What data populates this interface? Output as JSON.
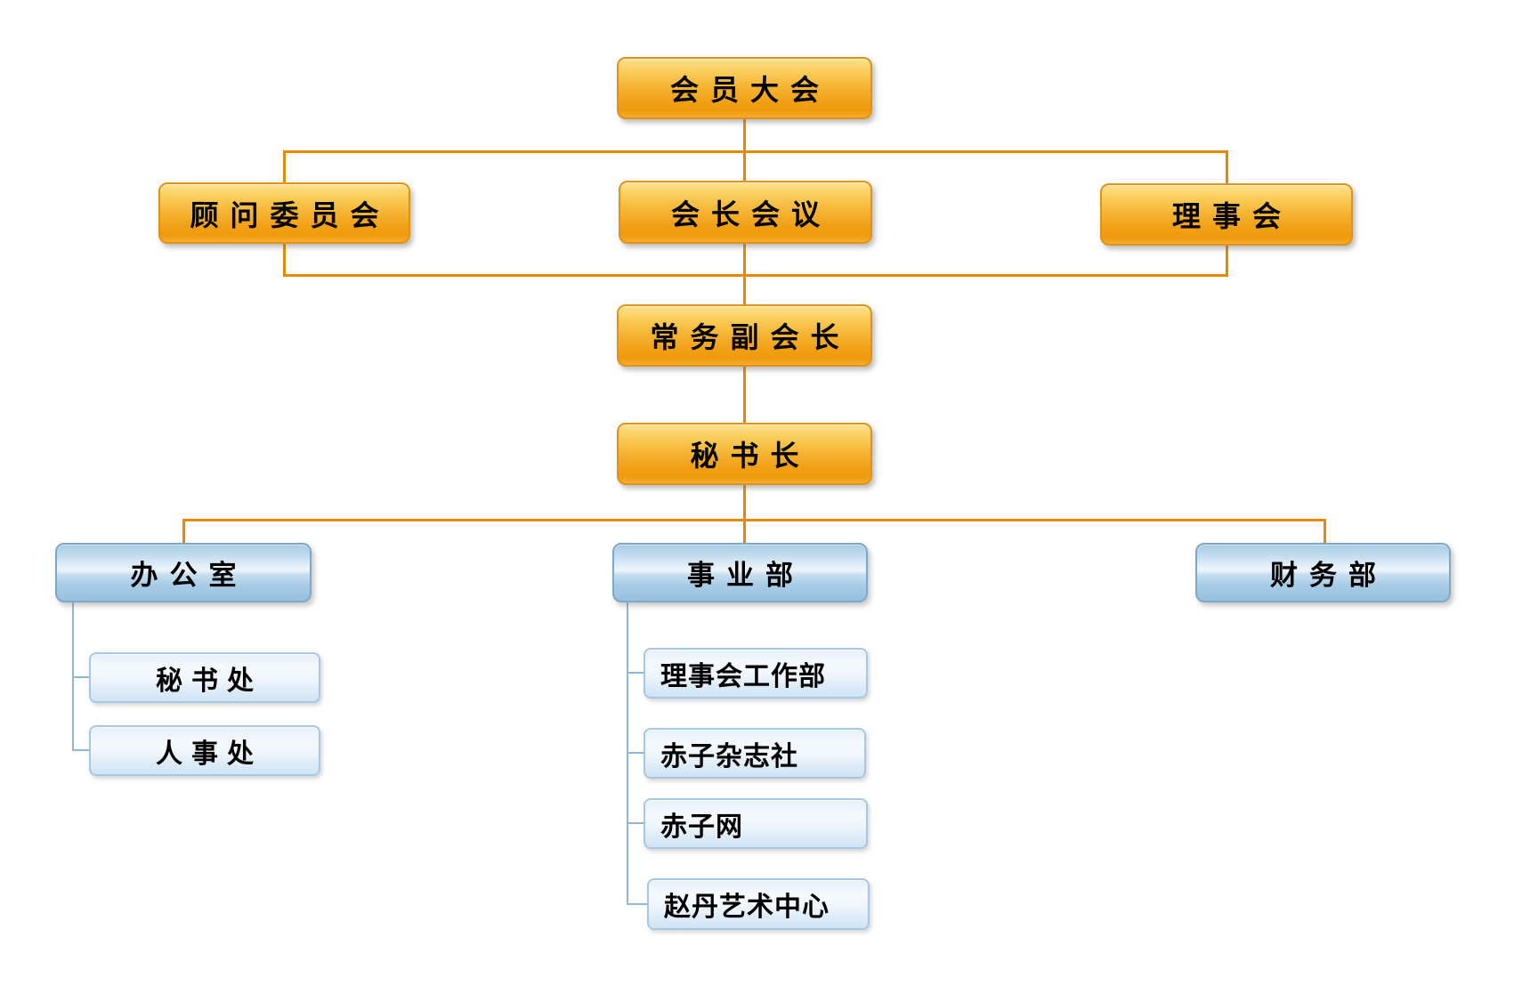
{
  "diagram_type": "org-chart",
  "nodes": {
    "member_assembly": {
      "label": "会员大会",
      "level": 1
    },
    "advisory_committee": {
      "label": "顾问委员会",
      "level": 2
    },
    "presidents_meeting": {
      "label": "会长会议",
      "level": 2
    },
    "council": {
      "label": "理事会",
      "level": 2
    },
    "executive_vice_president": {
      "label": "常务副会长",
      "level": 3
    },
    "secretary_general": {
      "label": "秘书长",
      "level": 4
    },
    "office": {
      "label": "办公室",
      "level": 5
    },
    "business_division": {
      "label": "事业部",
      "level": 5
    },
    "finance_department": {
      "label": "财务部",
      "level": 5
    },
    "secretariat": {
      "label": "秘书处",
      "level": 6,
      "parent": "办公室"
    },
    "personnel_office": {
      "label": "人事处",
      "level": 6,
      "parent": "办公室"
    },
    "council_work_department": {
      "label": "理事会工作部",
      "level": 6,
      "parent": "事业部"
    },
    "chizi_magazine": {
      "label": "赤子杂志社",
      "level": 6,
      "parent": "事业部"
    },
    "chizi_net": {
      "label": "赤子网",
      "level": 6,
      "parent": "事业部"
    },
    "zhaodan_art_center": {
      "label": "赵丹艺术中心",
      "level": 6,
      "parent": "事业部"
    }
  },
  "colors": {
    "background": "#FFFFFF",
    "text": "#000000",
    "orange_box_top": "#FDE28E",
    "orange_box_bottom": "#EF9A0B",
    "orange_border": "#E0921A",
    "orange_line": "#E58A00",
    "blue_box_top": "#A7CBE5",
    "blue_box_bottom": "#97C1DF",
    "blue_border": "#7FA8C7",
    "light_box_top": "#E6F0F9",
    "light_box_bottom": "#CFE4F4",
    "light_border": "#A6C8E2",
    "blue_line": "#8FB7D8"
  }
}
